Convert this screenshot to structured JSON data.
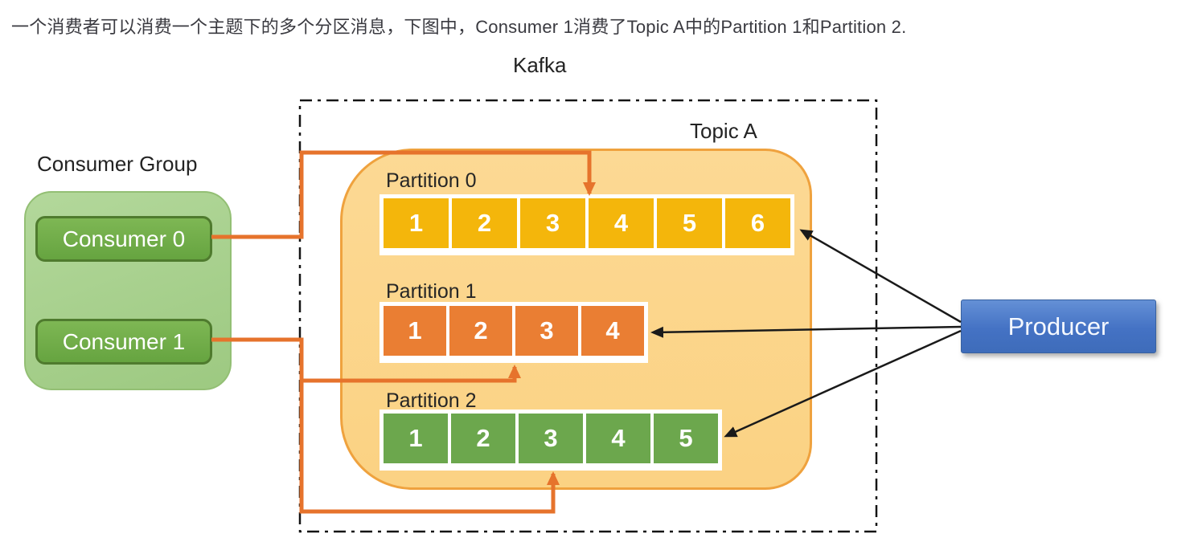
{
  "header": {
    "note": "一个消费者可以消费一个主题下的多个分区消息，下图中，Consumer 1消费了Topic A中的Partition 1和Partition 2."
  },
  "diagram": {
    "kafka_label": "Kafka",
    "topic": {
      "label": "Topic A",
      "fill": "#FBD68C",
      "border": "#EFA23E"
    },
    "consumer_group": {
      "label": "Consumer Group",
      "fill": "#A9D18E",
      "member_fill": "#6FAC47",
      "member_border": "#4F7B2E",
      "members": [
        {
          "label": "Consumer 0"
        },
        {
          "label": "Consumer 1"
        }
      ]
    },
    "producer": {
      "label": "Producer",
      "fill": "#4472C4"
    },
    "partitions": [
      {
        "label": "Partition 0",
        "cell_color": "#F4B60B",
        "messages": [
          "1",
          "2",
          "3",
          "4",
          "5",
          "6"
        ]
      },
      {
        "label": "Partition 1",
        "cell_color": "#EA7E33",
        "messages": [
          "1",
          "2",
          "3",
          "4"
        ]
      },
      {
        "label": "Partition 2",
        "cell_color": "#6CA74D",
        "messages": [
          "1",
          "2",
          "3",
          "4",
          "5"
        ]
      }
    ],
    "connections": {
      "consumer_arrow_color": "#E6732C",
      "producer_arrow_color": "#1A1A1A",
      "consumer_links": [
        {
          "from": "Consumer 0",
          "to": "Partition 0"
        },
        {
          "from": "Consumer 1",
          "to": "Partition 1"
        },
        {
          "from": "Consumer 1",
          "to": "Partition 2"
        }
      ],
      "producer_links": [
        "Partition 0",
        "Partition 1",
        "Partition 2"
      ]
    }
  }
}
